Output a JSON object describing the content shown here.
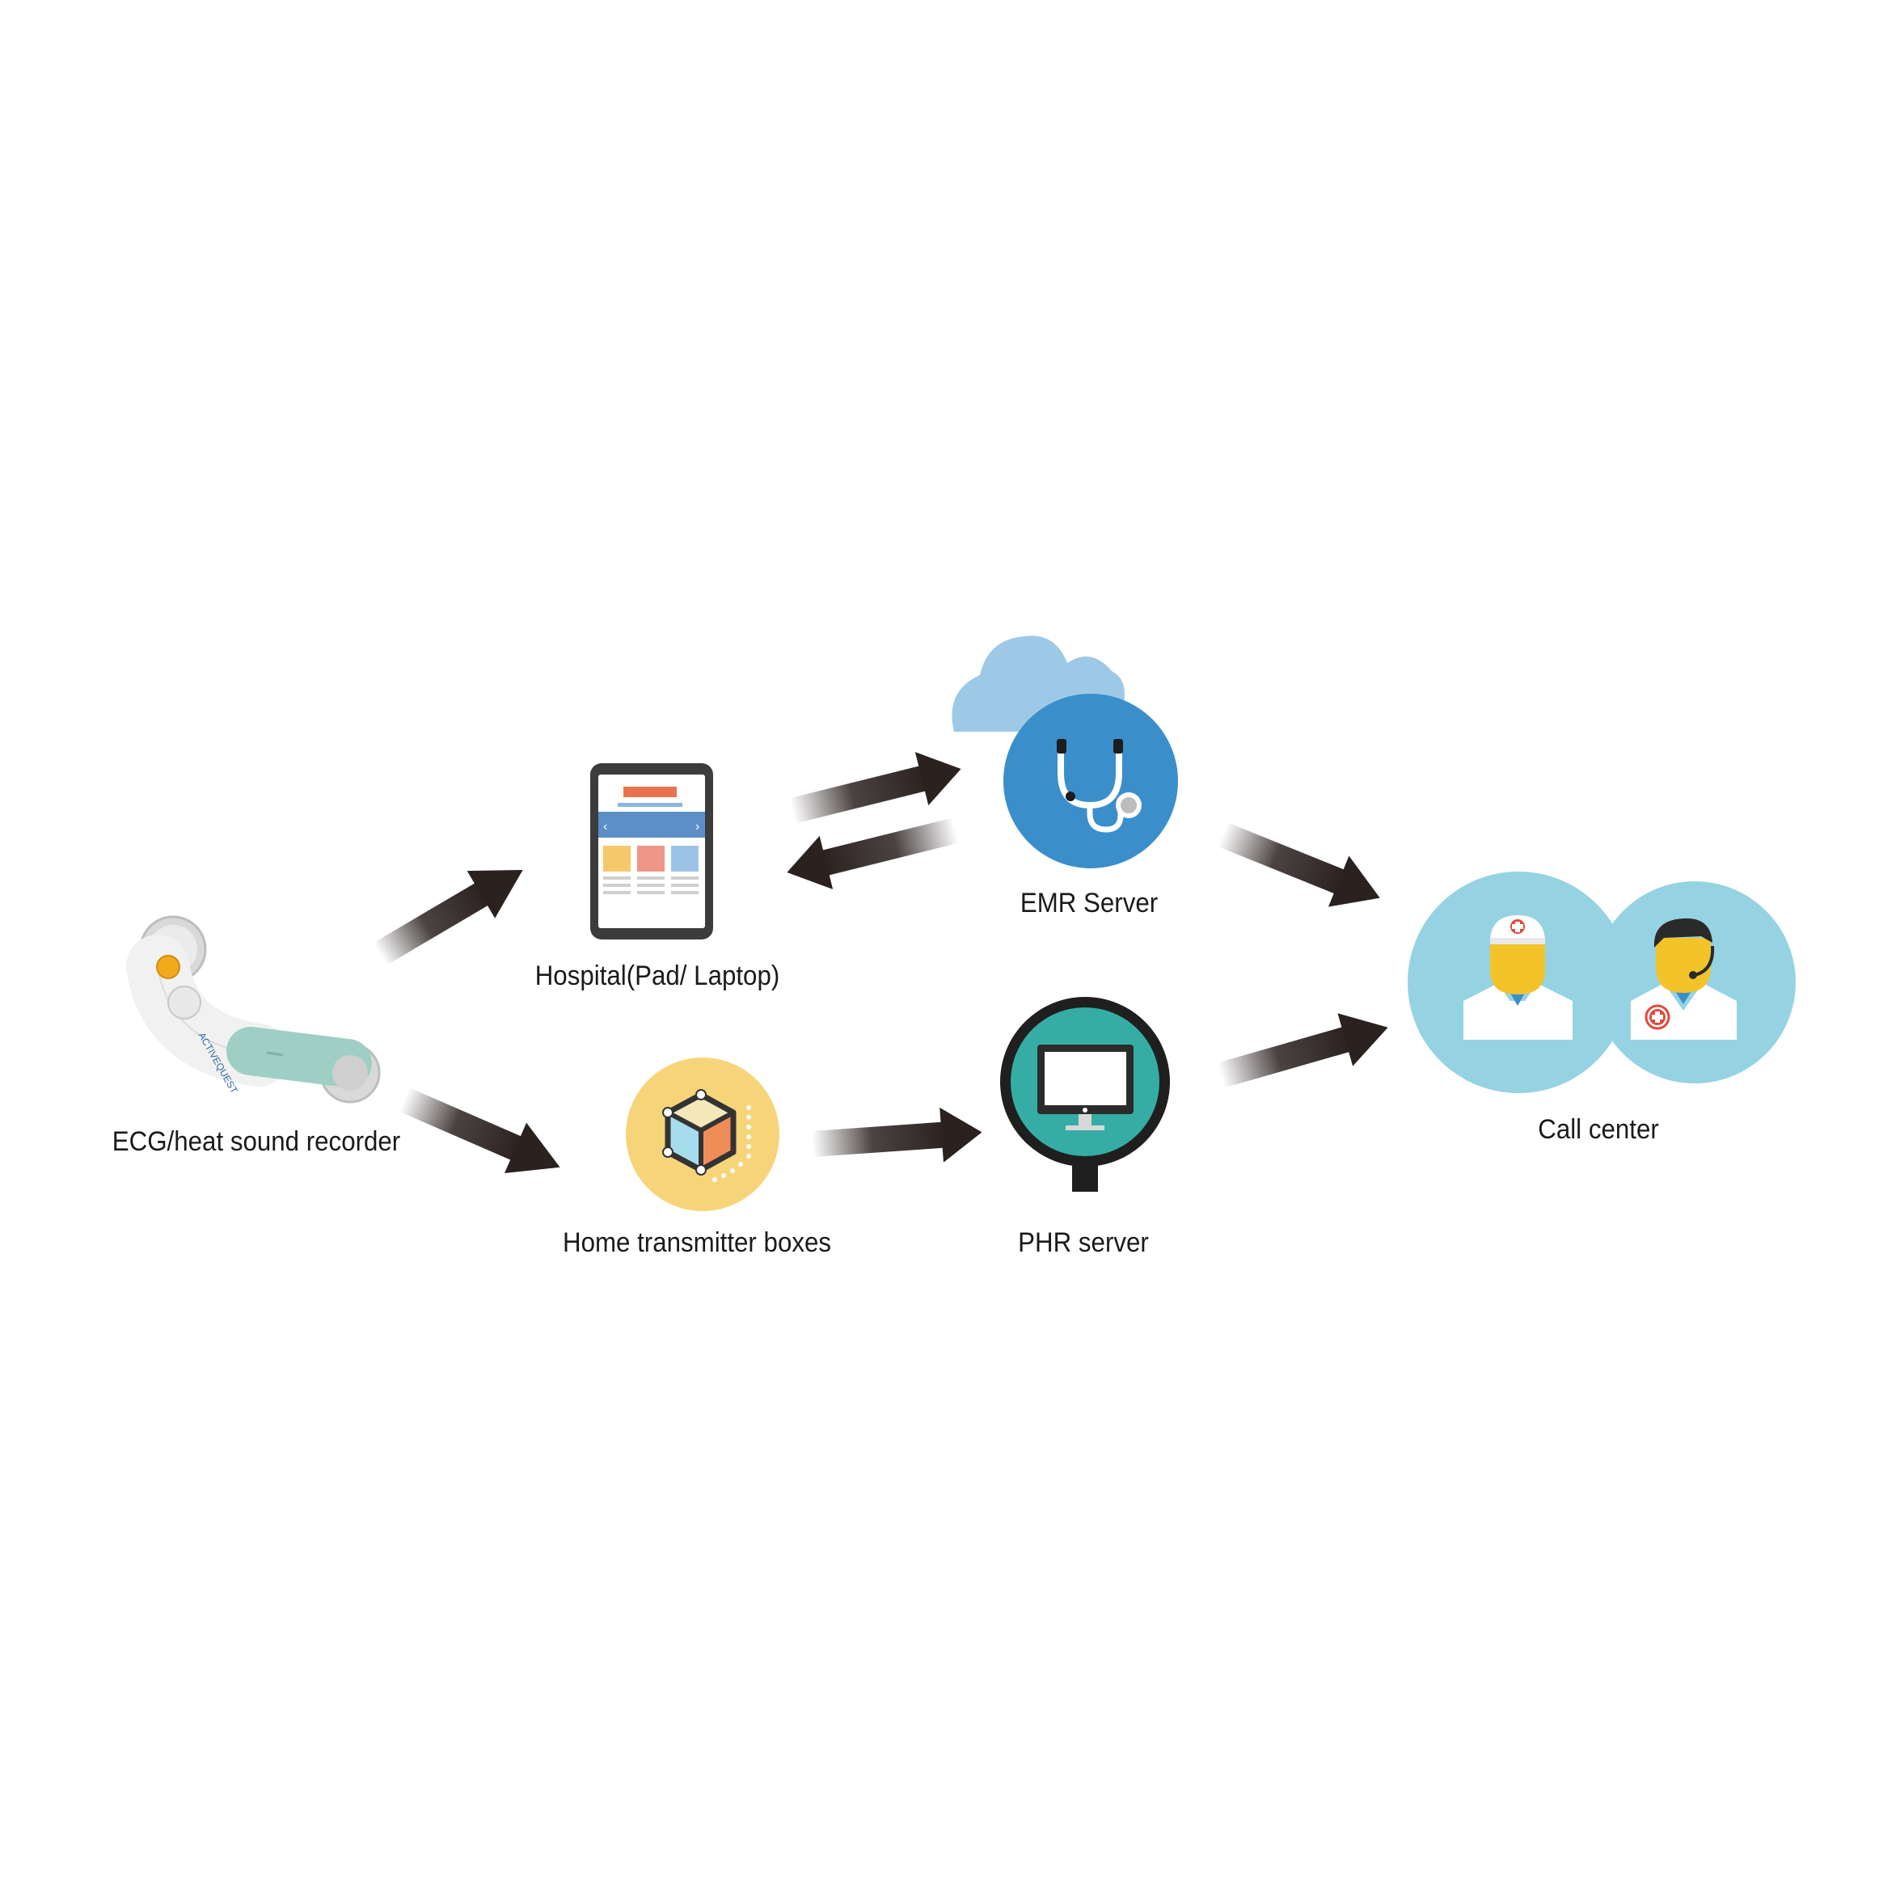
{
  "nodes": {
    "recorder": {
      "label": "ECG/heat sound recorder",
      "icon": "ecg-recorder-icon"
    },
    "hospital": {
      "label": "Hospital(Pad/ Laptop)",
      "icon": "tablet-icon"
    },
    "emr": {
      "label": "EMR Server",
      "icon": "stethoscope-icon"
    },
    "home": {
      "label": "Home transmitter boxes",
      "icon": "cube-icon"
    },
    "phr": {
      "label": "PHR server",
      "icon": "monitor-icon"
    },
    "callcenter": {
      "label": "Call center",
      "icon": "doctors-icon"
    }
  },
  "edges": [
    {
      "from": "recorder",
      "to": "hospital"
    },
    {
      "from": "recorder",
      "to": "home"
    },
    {
      "from": "hospital",
      "to": "emr"
    },
    {
      "from": "emr",
      "to": "hospital"
    },
    {
      "from": "home",
      "to": "phr"
    },
    {
      "from": "emr",
      "to": "callcenter"
    },
    {
      "from": "phr",
      "to": "callcenter"
    }
  ],
  "colors": {
    "arrow_dark": "#2b2220",
    "emr_blue": "#3a8fcb",
    "cloud": "#9ec9e6",
    "phr_teal": "#35ada5",
    "cube_bg": "#f6d57a",
    "callcenter_bg": "#95d3e3",
    "face_yellow": "#f3c32a"
  }
}
